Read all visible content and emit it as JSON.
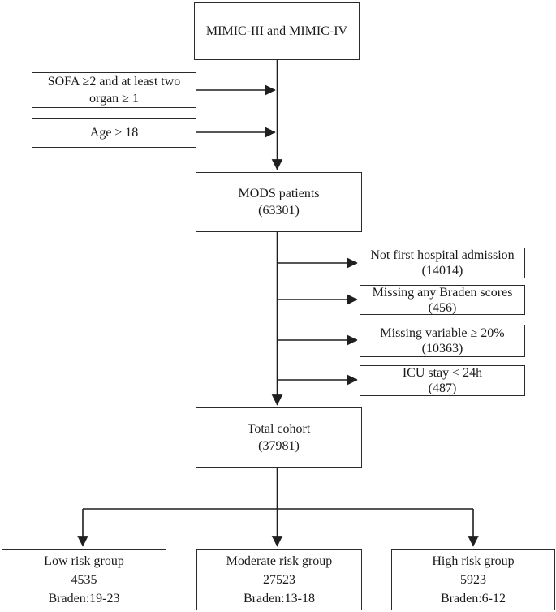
{
  "figure": {
    "type": "patient-selection-flowchart",
    "colors": {
      "background": "#ffffff",
      "line": "#1f1f1f",
      "border": "#2a2a2a",
      "text": "#1a1a1a"
    }
  },
  "nodes": {
    "source": {
      "label": "MIMIC-III and MIMIC-IV"
    },
    "criteria": [
      {
        "line1": "SOFA ≥2 and at least two",
        "line2": "organ ≥ 1"
      },
      {
        "line1": "Age ≥ 18"
      }
    ],
    "mods": {
      "label": "MODS patients",
      "count": "(63301)"
    },
    "exclusions": [
      {
        "label": "Not first hospital admission",
        "count": "(14014)"
      },
      {
        "label": "Missing any Braden scores",
        "count": "(456)"
      },
      {
        "label": "Missing variable ≥ 20%",
        "count": "(10363)"
      },
      {
        "label": "ICU stay < 24h",
        "count": "(487)"
      }
    ],
    "total": {
      "label": "Total cohort",
      "count": "(37981)"
    },
    "groups": [
      {
        "label": "Low risk group",
        "count": "4535",
        "braden": "Braden:19-23"
      },
      {
        "label": "Moderate risk group",
        "count": "27523",
        "braden": "Braden:13-18"
      },
      {
        "label": "High risk group",
        "count": "5923",
        "braden": "Braden:6-12"
      }
    ]
  }
}
